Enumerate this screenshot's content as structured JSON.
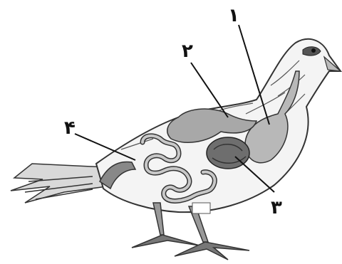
{
  "diagram": {
    "labels": [
      {
        "id": "1",
        "text": "۱"
      },
      {
        "id": "2",
        "text": "۲"
      },
      {
        "id": "3",
        "text": "۳"
      },
      {
        "id": "4",
        "text": "۴"
      }
    ]
  },
  "colors": {
    "outline": "#333333",
    "body": "#f2f2f2",
    "feather": "#d9d9d9",
    "organ_light": "#c8c8c8",
    "organ_mid": "#a8a8a8",
    "organ_dark": "#6e6e6e",
    "leg": "#888888"
  }
}
